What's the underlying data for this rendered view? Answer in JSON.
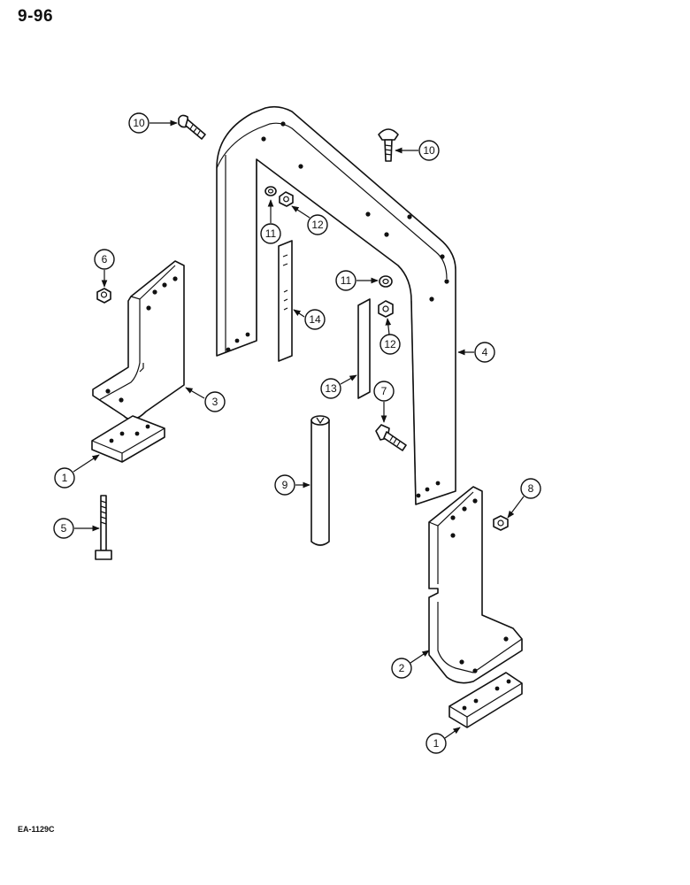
{
  "header": {
    "page_number": "9-96"
  },
  "footer": {
    "figure_code": "EA-1129C"
  },
  "callouts": [
    "10",
    "10",
    "11",
    "12",
    "6",
    "11",
    "14",
    "12",
    "3",
    "4",
    "13",
    "7",
    "1",
    "9",
    "8",
    "5",
    "2",
    "1"
  ]
}
